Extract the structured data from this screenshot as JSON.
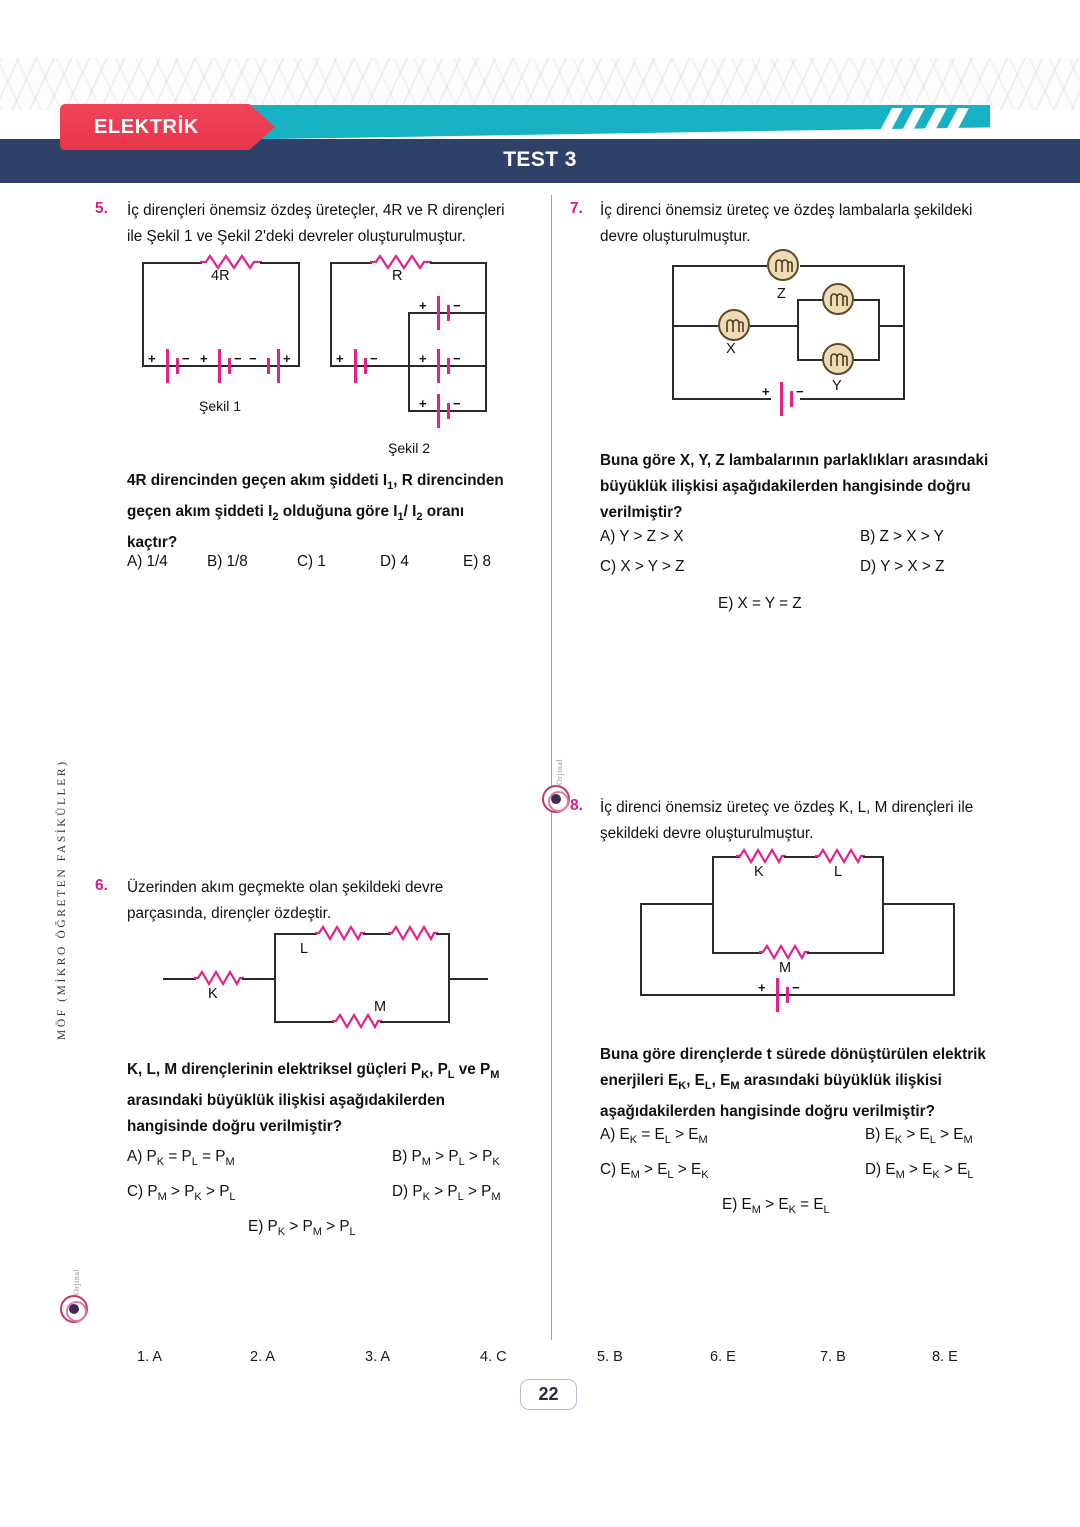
{
  "header": {
    "subject": "ELEKTRİK",
    "test_label": "TEST 3",
    "colors": {
      "red": "#e8354b",
      "teal": "#16b2c4",
      "navy": "#2f4168",
      "accent_pink": "#d81b85"
    }
  },
  "side_note": "MÖF (MİKRO ÖĞRETEN FASİKÜLLER)",
  "seal_text": "Orjinal",
  "questions": [
    {
      "number": "5.",
      "stem_line1": "İç dirençleri önemsiz özdeş üreteçler, 4R ve R dirençleri",
      "stem_line2": "ile Şekil 1 ve Şekil 2'deki devreler oluşturulmuştur.",
      "figure1_caption": "Şekil 1",
      "figure2_caption": "Şekil 2",
      "figure1_resistor": "4R",
      "figure2_resistor": "R",
      "ask_line1": "4R direncinden geçen akım şiddeti I",
      "ask_sub1": "1",
      "ask_line1b": ", R direncinden",
      "ask_line2": "geçen akım şiddeti I",
      "ask_sub2": "2",
      "ask_line2b": " olduğuna göre I",
      "ask_sub3": "1",
      "ask_line2c": "/ I",
      "ask_sub4": "2",
      "ask_line2d": " oranı",
      "ask_line3": "kaçtır?",
      "options": [
        "A) 1/4",
        "B) 1/8",
        "C) 1",
        "D) 4",
        "E) 8"
      ]
    },
    {
      "number": "6.",
      "stem_line1": "Üzerinden akım geçmekte olan şekildeki devre",
      "stem_line2": "parçasında, dirençler özdeştir.",
      "labels": {
        "k": "K",
        "l": "L",
        "m": "M"
      },
      "ask_line1": "K, L, M dirençlerinin elektriksel güçleri P",
      "ask_line1_sub1": "K",
      "ask_line1b": ", P",
      "ask_line1_sub2": "L",
      "ask_line1c": " ve P",
      "ask_line1_sub3": "M",
      "ask_line2": "arasındaki büyüklük ilişkisi aşağıdakilerden",
      "ask_line3": "hangisinde doğru verilmiştir?",
      "options": [
        {
          "key": "A)",
          "terms": [
            [
              "P",
              "K"
            ],
            [
              " = P",
              "L"
            ],
            [
              " = P",
              "M"
            ]
          ]
        },
        {
          "key": "B)",
          "terms": [
            [
              "P",
              "M"
            ],
            [
              " > P",
              "L"
            ],
            [
              " > P",
              "K"
            ]
          ]
        },
        {
          "key": "C)",
          "terms": [
            [
              "P",
              "M"
            ],
            [
              " > P",
              "K"
            ],
            [
              " > P",
              "L"
            ]
          ]
        },
        {
          "key": "D)",
          "terms": [
            [
              "P",
              "K"
            ],
            [
              " > P",
              "L"
            ],
            [
              " > P",
              "M"
            ]
          ]
        },
        {
          "key": "E)",
          "terms": [
            [
              "P",
              "K"
            ],
            [
              " > P",
              "M"
            ],
            [
              " > P",
              "L"
            ]
          ]
        }
      ]
    },
    {
      "number": "7.",
      "stem_line1": "İç direnci önemsiz üreteç ve özdeş lambalarla şekildeki",
      "stem_line2": "devre oluşturulmuştur.",
      "labels": {
        "x": "X",
        "y": "Y",
        "z": "Z"
      },
      "ask_line1": "Buna göre X, Y, Z lambalarının parlaklıkları arasındaki",
      "ask_line2": "büyüklük ilişkisi aşağıdakilerden hangisinde doğru",
      "ask_line3": "verilmiştir?",
      "options": [
        "A) Y > Z > X",
        "B) Z > X > Y",
        "C) X > Y > Z",
        "D) Y > X > Z",
        "E) X = Y = Z"
      ]
    },
    {
      "number": "8.",
      "stem_line1": "İç direnci önemsiz üreteç ve özdeş K, L, M dirençleri ile",
      "stem_line2": "şekildeki devre oluşturulmuştur.",
      "labels": {
        "k": "K",
        "l": "L",
        "m": "M"
      },
      "ask_line1": "Buna göre dirençlerde t sürede dönüştürülen elektrik",
      "ask_line2a": "enerjileri E",
      "ask_line2_sub1": "K",
      "ask_line2b": ", E",
      "ask_line2_sub2": "L",
      "ask_line2c": ", E",
      "ask_line2_sub3": "M",
      "ask_line2d": " arasındaki büyüklük ilişkisi",
      "ask_line3": "aşağıdakilerden hangisinde doğru verilmiştir?",
      "options": [
        {
          "key": "A)",
          "terms": [
            [
              "E",
              "K"
            ],
            [
              " = E",
              "L"
            ],
            [
              " > E",
              "M"
            ]
          ]
        },
        {
          "key": "B)",
          "terms": [
            [
              "E",
              "K"
            ],
            [
              " > E",
              "L"
            ],
            [
              " > E",
              "M"
            ]
          ]
        },
        {
          "key": "C)",
          "terms": [
            [
              "E",
              "M"
            ],
            [
              " > E",
              "L"
            ],
            [
              " > E",
              "K"
            ]
          ]
        },
        {
          "key": "D)",
          "terms": [
            [
              "E",
              "M"
            ],
            [
              " > E",
              "K"
            ],
            [
              " > E",
              "L"
            ]
          ]
        },
        {
          "key": "E)",
          "terms": [
            [
              "E",
              "M"
            ],
            [
              " > E",
              "K"
            ],
            [
              " = E",
              "L"
            ]
          ]
        }
      ]
    }
  ],
  "battery_symbols": {
    "plus": "+",
    "minus": "−"
  },
  "answer_key": [
    "1. A",
    "2. A",
    "3. A",
    "4. C",
    "5. B",
    "6. E",
    "7. B",
    "8. E"
  ],
  "page_number": "22"
}
